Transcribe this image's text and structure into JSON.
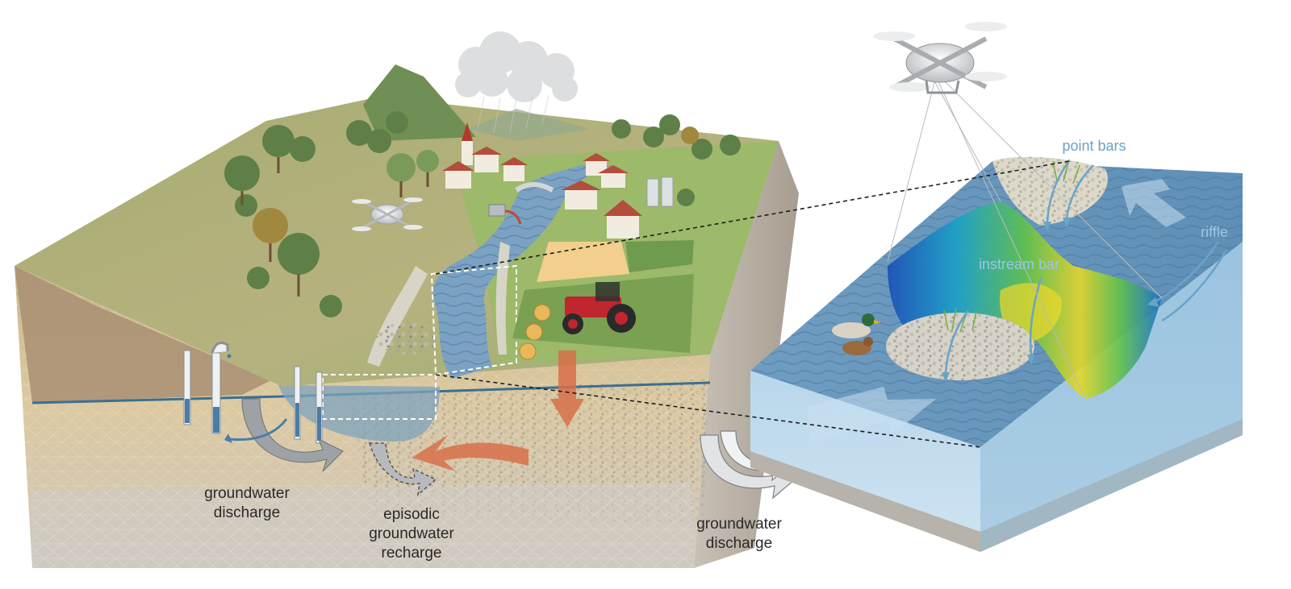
{
  "labels": {
    "groundwater_discharge_left": "groundwater\ndischarge",
    "episodic_recharge": "episodic\ngroundwater\nrecharge",
    "groundwater_discharge_middle": "groundwater\ndischarge",
    "point_bars": "point bars",
    "instream_bar": "instream bar",
    "riffle": "riffle"
  },
  "colors": {
    "text_dark": "#2a2a2a",
    "label_blue": "#6aa3c8",
    "water": "#4f86ad",
    "grass": "#8ea860",
    "soil": "#d8c49a",
    "flux_arrow": "#d86a3a"
  },
  "icons": [
    "drone-icon",
    "tractor-icon",
    "duck-icon",
    "tree-icon",
    "house-icon",
    "church-icon",
    "silo-icon",
    "cloud-icon",
    "piezometer-icon",
    "pump-icon"
  ]
}
